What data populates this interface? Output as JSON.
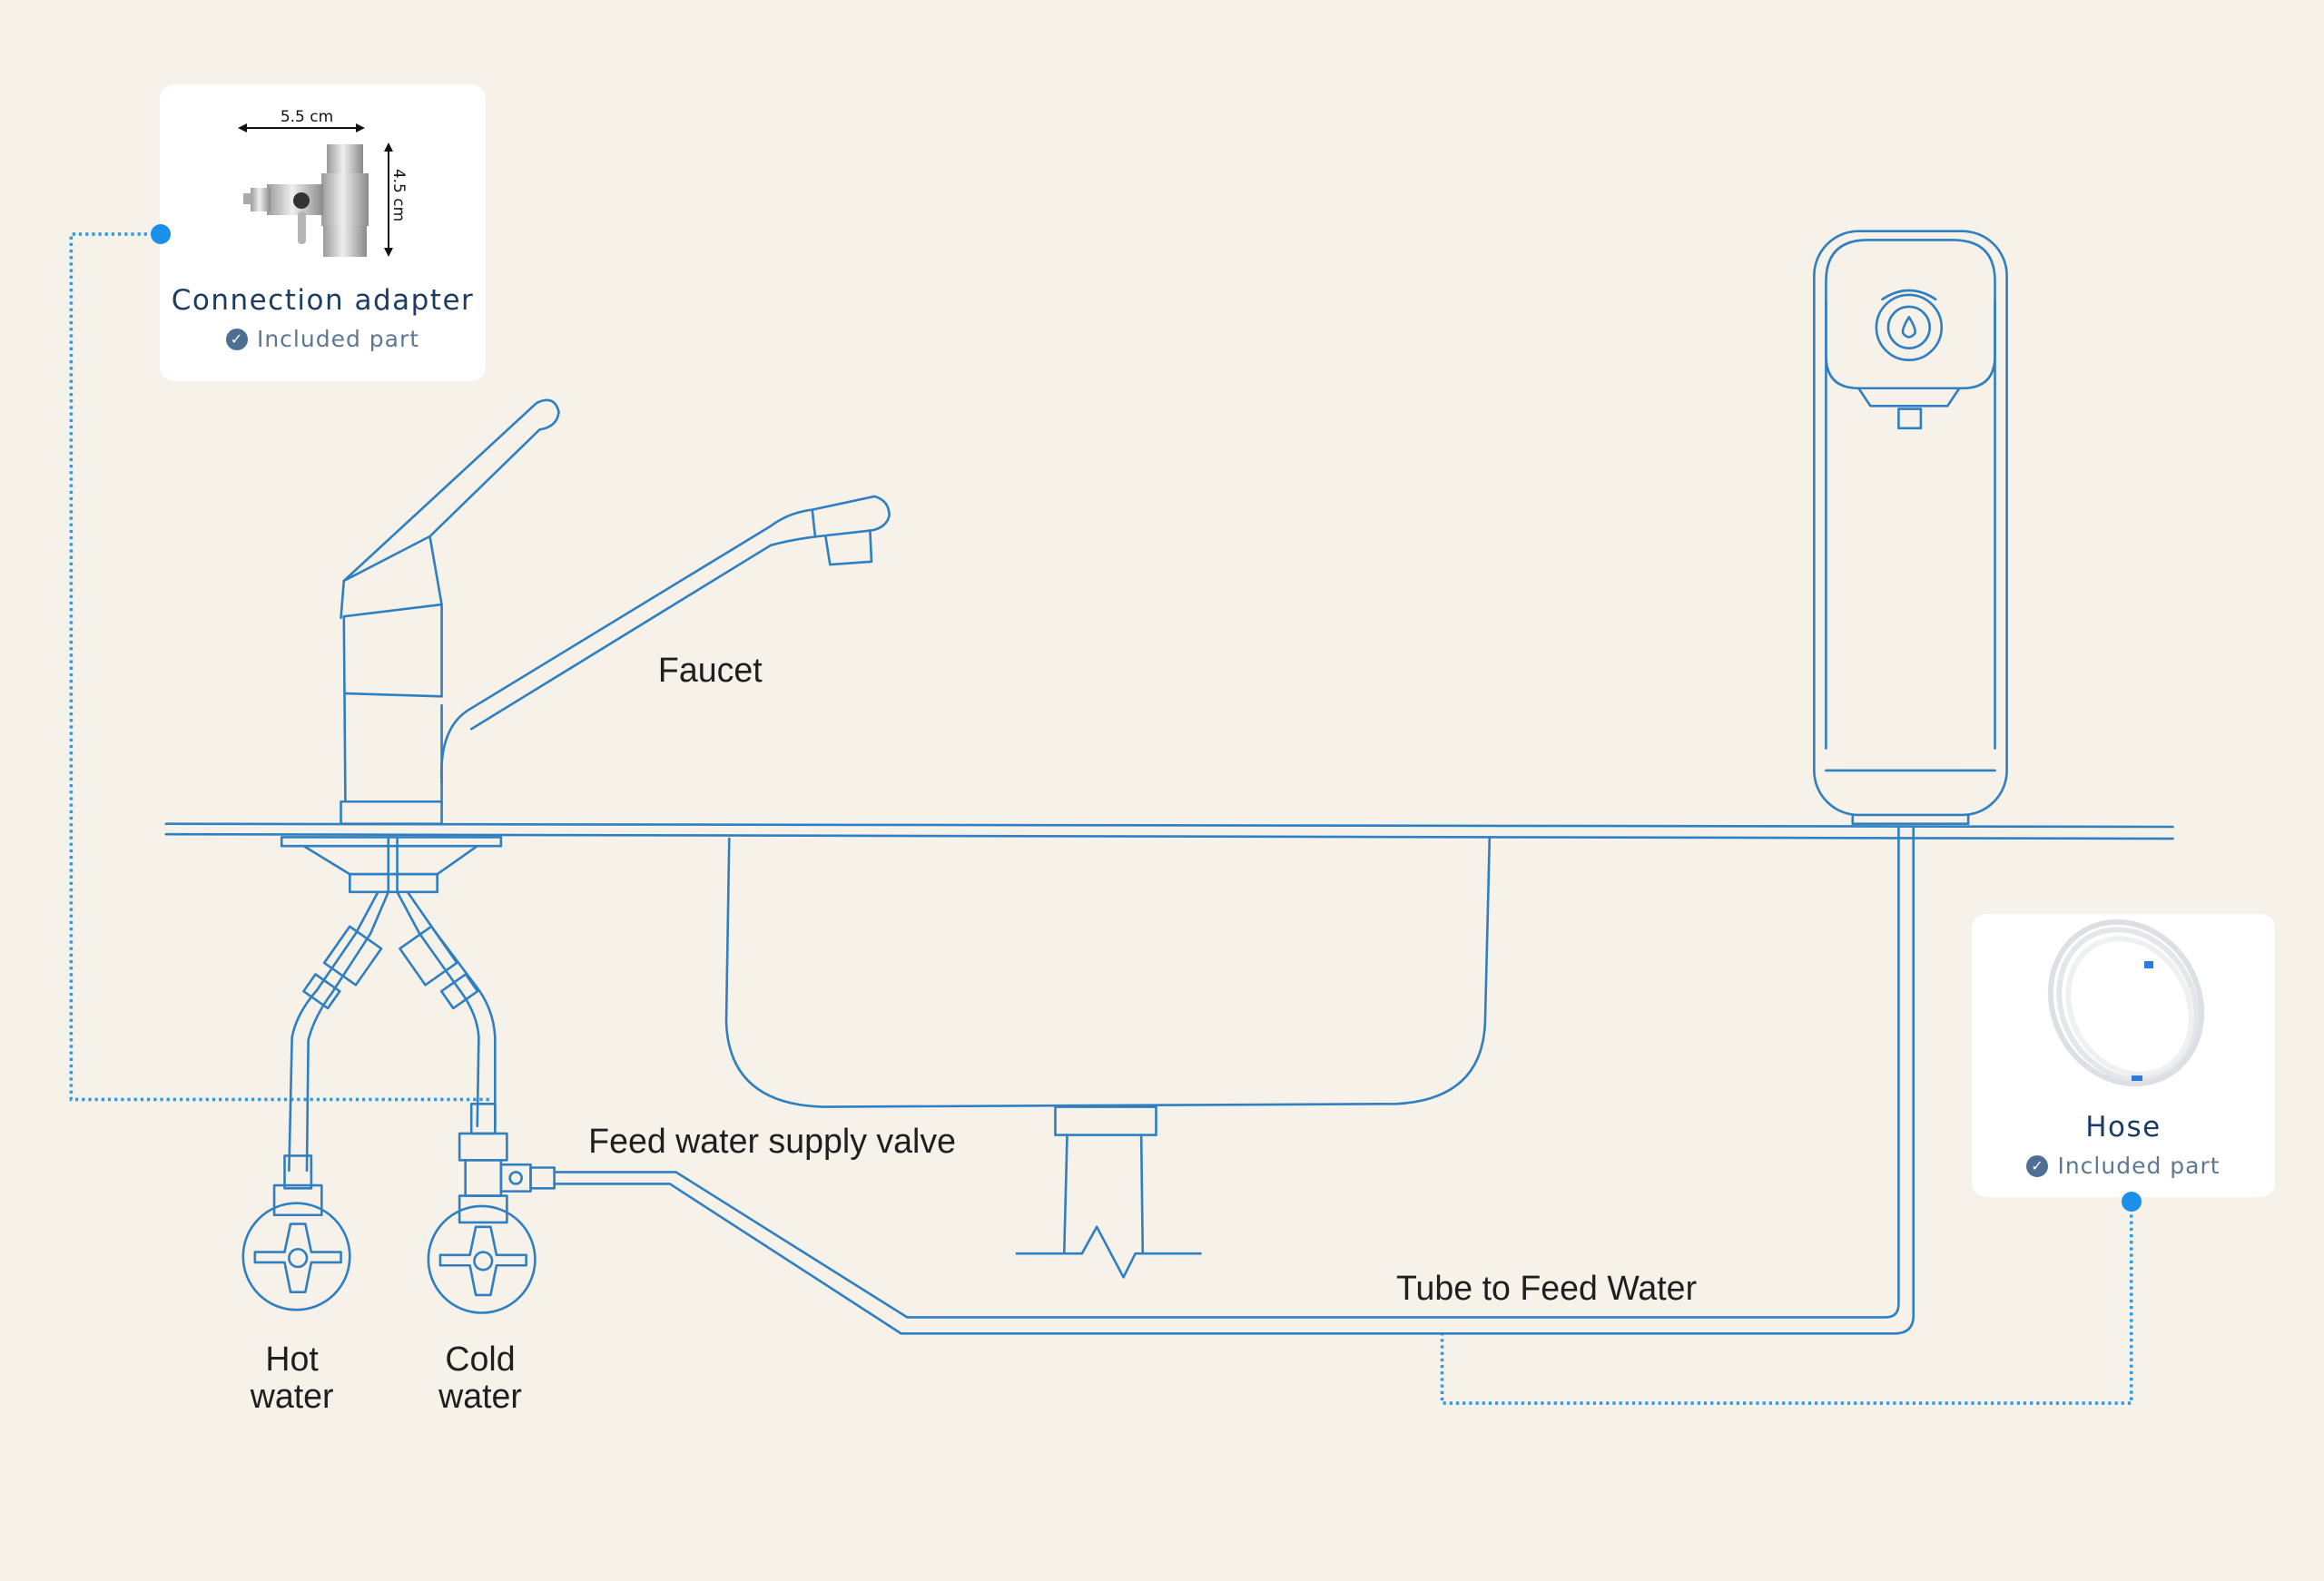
{
  "colors": {
    "background": "#f6f2ea",
    "line": "#2f7fc1",
    "connector": "#1a90ea",
    "card_title": "#1d3c63",
    "card_subtitle": "#5e7793"
  },
  "cards": [
    {
      "title": "Connection adapter",
      "subtitle": "Included part",
      "icon": "check-circle-icon",
      "dimensions": {
        "width": "5.5 cm",
        "height": "4.5 cm"
      }
    },
    {
      "title": "Hose",
      "subtitle": "Included part",
      "icon": "check-circle-icon"
    }
  ],
  "labels": {
    "faucet": "Faucet",
    "feed_valve": "Feed water supply valve",
    "tube": "Tube to Feed Water",
    "hot_1": "Hot",
    "hot_2": "water",
    "cold_1": "Cold",
    "cold_2": "water"
  }
}
